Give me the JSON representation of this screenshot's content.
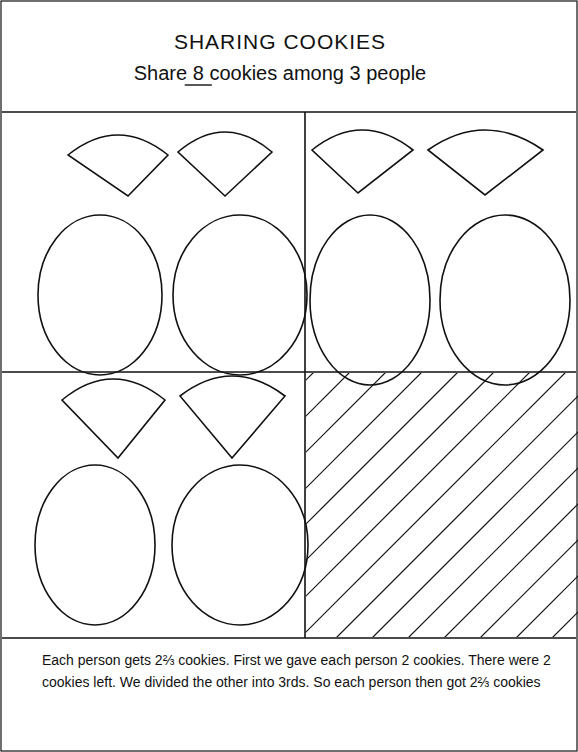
{
  "diagram": {
    "title": "SHARING COOKIES",
    "labels": [
      "Share 8 cookies among 3 people",
      "Each person gets 2⅔ cookies. First we gave each person 2 cookies. There were 2 cookies left. We divided the other into 3rds. So each person then got 2⅔ cookies"
    ]
  }
}
